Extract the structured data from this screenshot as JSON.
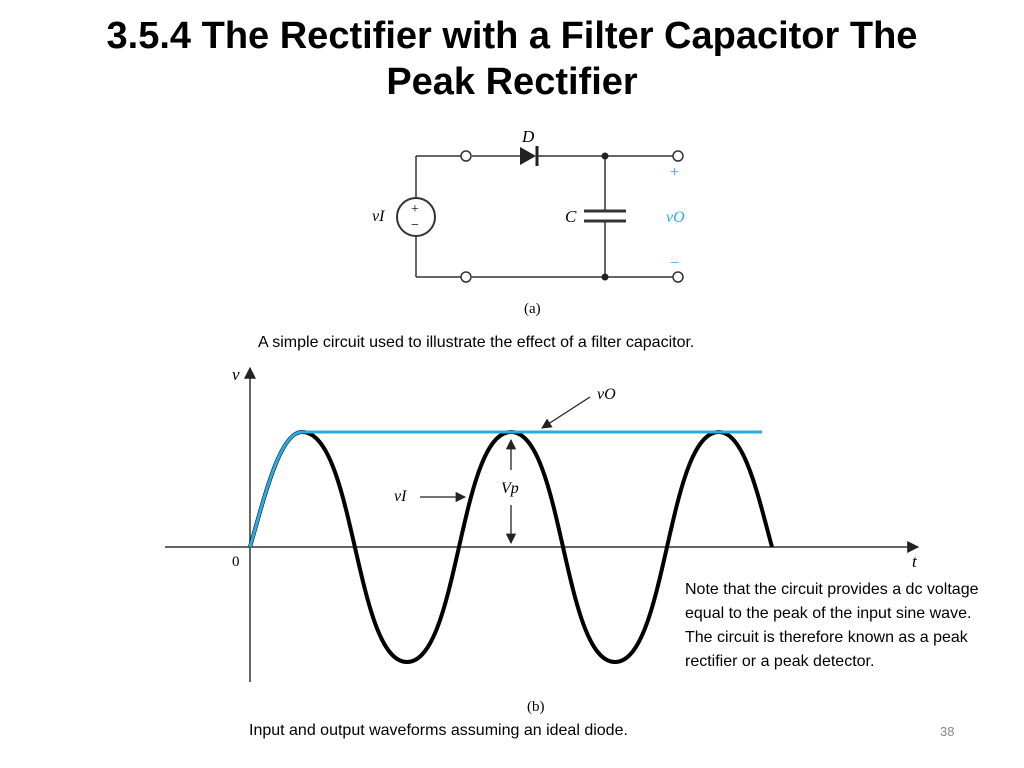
{
  "title": "3.5.4 The Rectifier with a Filter Capacitor The Peak Rectifier",
  "circuit": {
    "diode_label": "D",
    "capacitor_label": "C",
    "source_label": "vI",
    "source_plus": "+",
    "source_minus": "−",
    "output_label": "vO",
    "output_plus": "+",
    "output_minus": "−",
    "figure_label": "(a)",
    "caption": "A simple circuit used to illustrate the effect of a  filter capacitor."
  },
  "waveform": {
    "y_axis_label": "v",
    "x_axis_label": "t",
    "origin_label": "0",
    "output_label": "vO",
    "input_label": "vI",
    "peak_label": "Vp",
    "figure_label": "(b)",
    "caption": "Input and output waveforms assuming an ideal diode."
  },
  "note": "Note that the circuit provides a dc voltage equal to the peak of the input sine wave. The circuit is therefore known as a peak rectifier or a peak detector.",
  "slide_number": "38",
  "colors": {
    "output_trace": "#29abe2",
    "output_labels": "#29abe2",
    "input_trace": "#000000"
  }
}
